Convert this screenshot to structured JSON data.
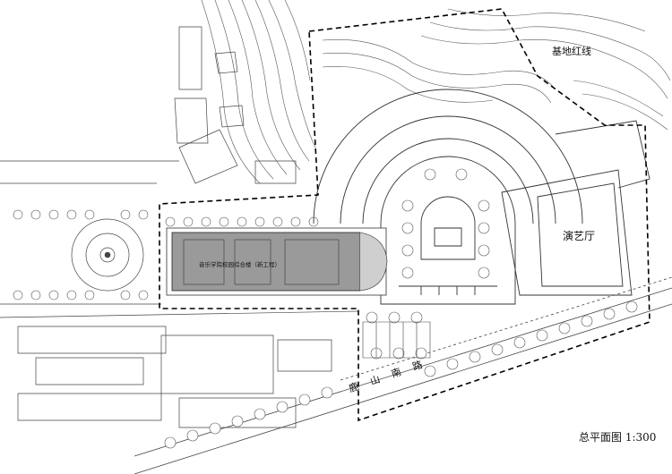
{
  "labels": {
    "site_red_line": "基地红线",
    "performance_hall": "演艺厅",
    "drawing_title": "总平面图  1:300",
    "road_name": "鹿山南路",
    "building_label": "音乐学院校园综合楼（新工程）"
  },
  "colors": {
    "line": "#333333",
    "building_fill": "#9a9a9a",
    "boundary": "#000000"
  }
}
